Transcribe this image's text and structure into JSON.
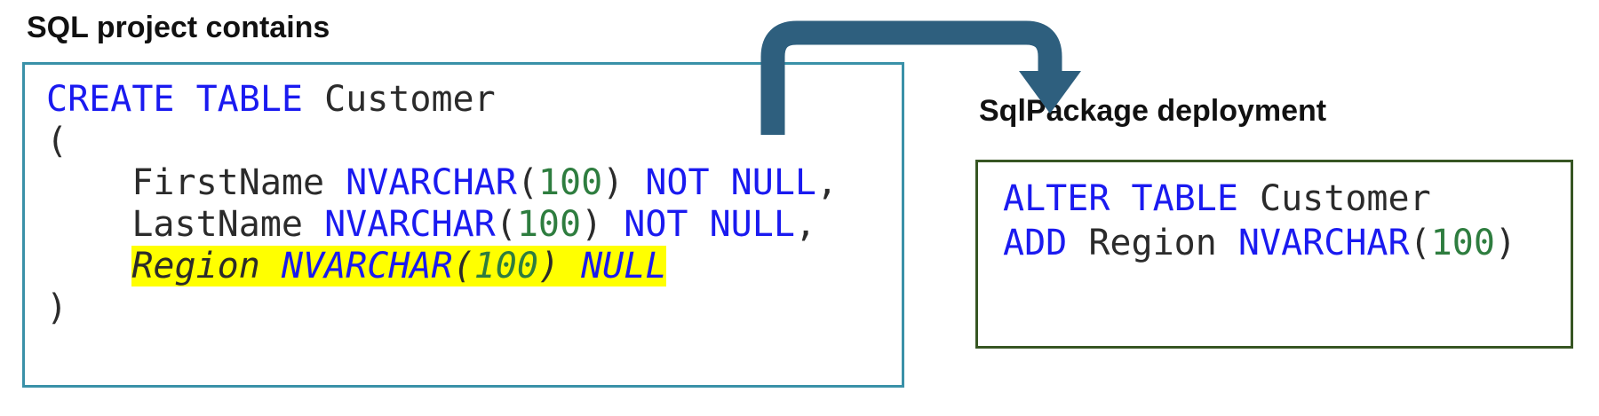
{
  "colors": {
    "keyword": "#1a1af0",
    "number": "#2e7d3f",
    "plain": "#2b2b2b",
    "highlight": "#ffff00",
    "left_box_border": "#3a91a8",
    "right_box_border": "#375623",
    "arrow": "#2e5f7e"
  },
  "left_panel": {
    "title": "SQL project contains",
    "code_lines": [
      {
        "tokens": [
          {
            "text": "CREATE TABLE",
            "type": "kw"
          },
          {
            "text": " Customer",
            "type": "plain"
          }
        ]
      },
      {
        "tokens": [
          {
            "text": "(",
            "type": "plain"
          }
        ]
      },
      {
        "tokens": [
          {
            "text": "    FirstName ",
            "type": "plain"
          },
          {
            "text": "NVARCHAR",
            "type": "kw"
          },
          {
            "text": "(",
            "type": "plain"
          },
          {
            "text": "100",
            "type": "num"
          },
          {
            "text": ") ",
            "type": "plain"
          },
          {
            "text": "NOT NULL",
            "type": "kw"
          },
          {
            "text": ",",
            "type": "plain"
          }
        ]
      },
      {
        "tokens": [
          {
            "text": "    LastName ",
            "type": "plain"
          },
          {
            "text": "NVARCHAR",
            "type": "kw"
          },
          {
            "text": "(",
            "type": "plain"
          },
          {
            "text": "100",
            "type": "num"
          },
          {
            "text": ") ",
            "type": "plain"
          },
          {
            "text": "NOT NULL",
            "type": "kw"
          },
          {
            "text": ",",
            "type": "plain"
          }
        ]
      },
      {
        "indent": "    ",
        "highlight": true,
        "italic": true,
        "tokens": [
          {
            "text": "Region ",
            "type": "plain"
          },
          {
            "text": "NVARCHAR",
            "type": "kw"
          },
          {
            "text": "(",
            "type": "plain"
          },
          {
            "text": "100",
            "type": "num"
          },
          {
            "text": ") ",
            "type": "plain"
          },
          {
            "text": "NULL",
            "type": "kw"
          }
        ]
      },
      {
        "tokens": [
          {
            "text": ")",
            "type": "plain"
          }
        ]
      }
    ]
  },
  "right_panel": {
    "title": "SqlPackage deployment",
    "code_lines": [
      {
        "tokens": [
          {
            "text": "ALTER TABLE",
            "type": "kw"
          },
          {
            "text": " Customer",
            "type": "plain"
          }
        ]
      },
      {
        "tokens": [
          {
            "text": "ADD",
            "type": "kw"
          },
          {
            "text": " Region ",
            "type": "plain"
          },
          {
            "text": "NVARCHAR",
            "type": "kw"
          },
          {
            "text": "(",
            "type": "plain"
          },
          {
            "text": "100",
            "type": "num"
          },
          {
            "text": ")",
            "type": "plain"
          }
        ]
      }
    ]
  }
}
